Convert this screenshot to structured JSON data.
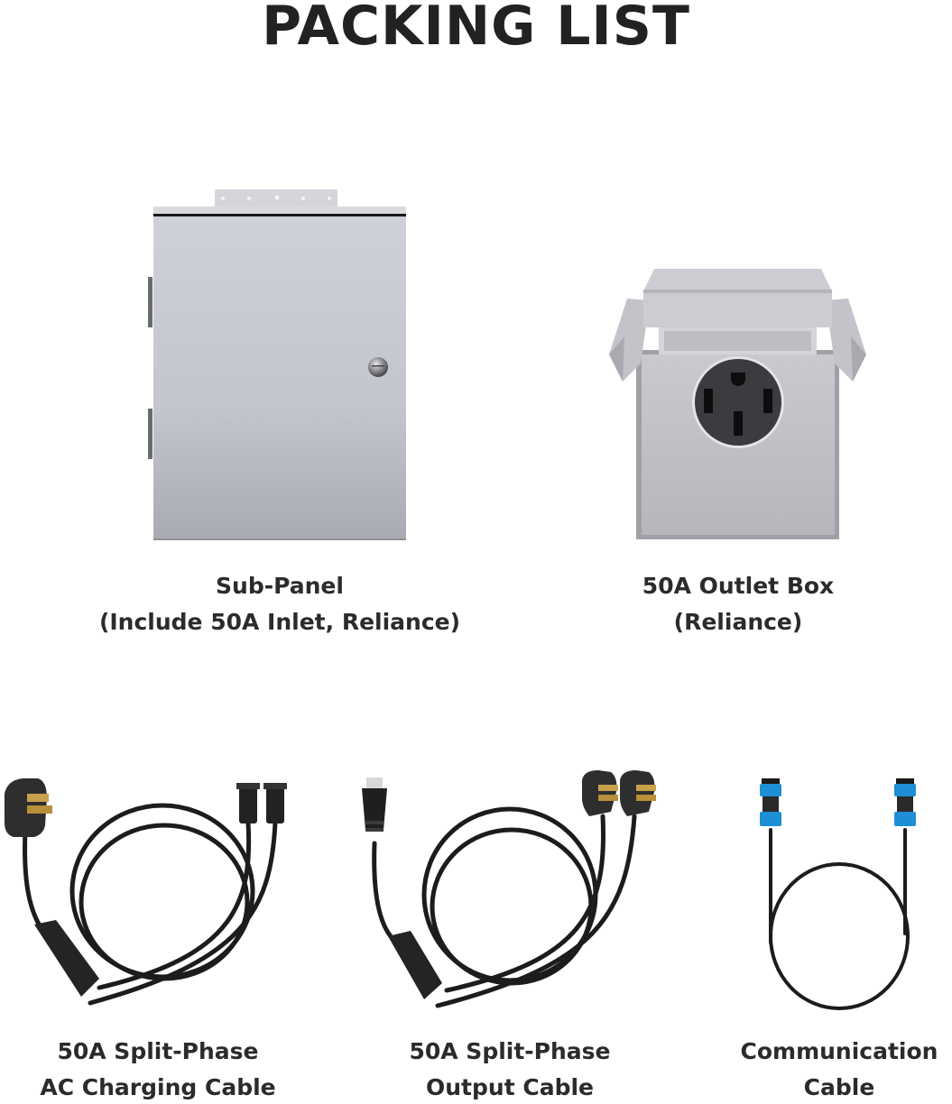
{
  "page": {
    "title": "PACKING LIST"
  },
  "items": [
    {
      "name": "Sub-Panel",
      "line1": "Sub-Panel",
      "line2": "(Include 50A Inlet, Reliance)",
      "icon": "sub-panel-enclosure"
    },
    {
      "name": "50A Outlet Box",
      "line1": "50A Outlet Box",
      "line2": "(Reliance)",
      "icon": "outlet-box"
    },
    {
      "name": "50A Split-Phase AC Charging Cable",
      "line1": "50A Split-Phase",
      "line2": "AC Charging Cable",
      "icon": "y-split-charging-cable"
    },
    {
      "name": "50A Split-Phase Output Cable",
      "line1": "50A Split-Phase",
      "line2": "Output Cable",
      "icon": "y-split-output-cable"
    },
    {
      "name": "Communication Cable",
      "line1": "Communication",
      "line2": "Cable",
      "icon": "communication-cable"
    }
  ],
  "colors": {
    "text": "#222222",
    "panel_gray": "#c4c6cd",
    "cable_black": "#1c1c1c",
    "connector_blue": "#1e8fd6",
    "brass": "#c9a14a"
  }
}
